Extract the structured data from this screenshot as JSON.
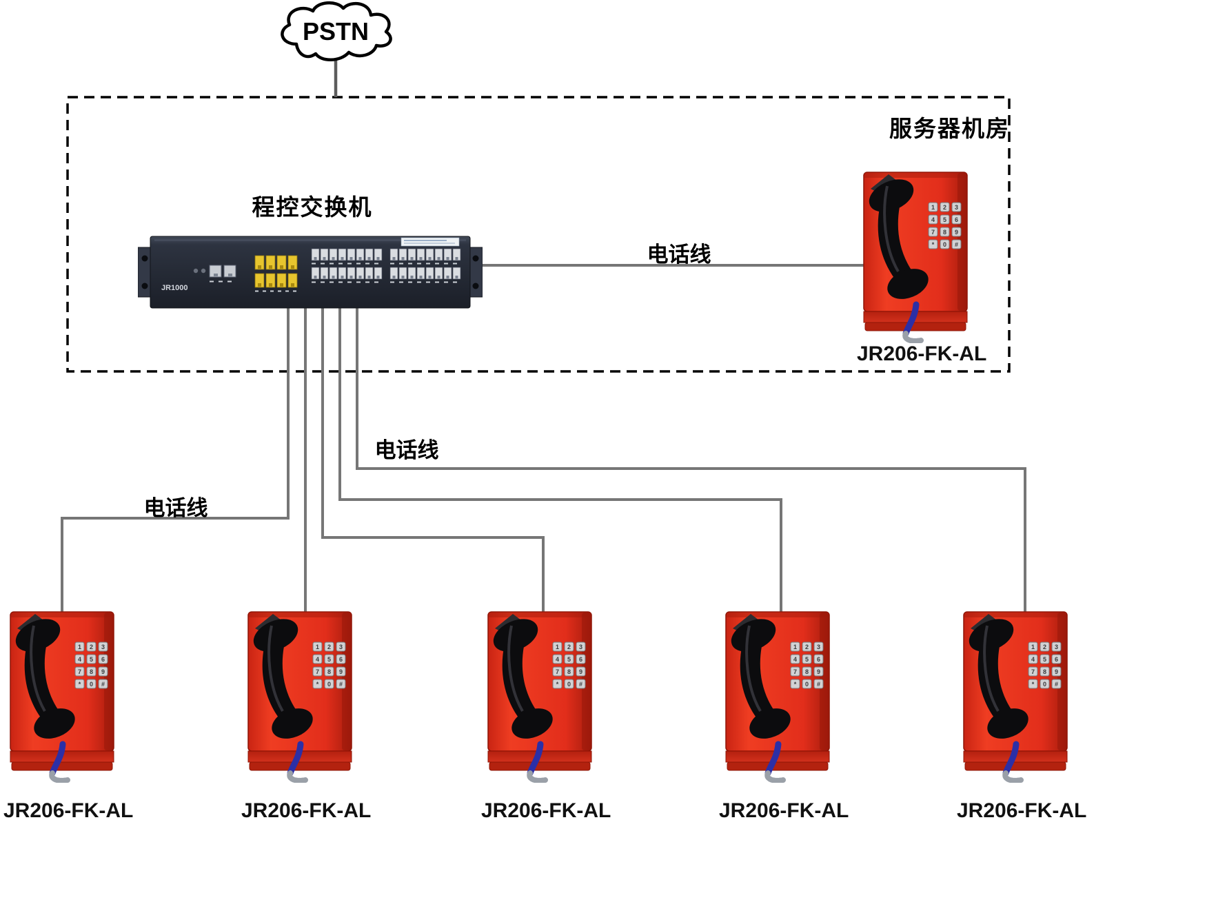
{
  "diagram": {
    "cloud": {
      "label": "PSTN"
    },
    "server_room": {
      "label": "服务器机房"
    },
    "switch": {
      "caption": "程控交换机",
      "model": "JR1000"
    },
    "wire_labels": {
      "switch_to_room_phone": "电话线",
      "branch_right": "电话线",
      "branch_left": "电话线"
    },
    "room_phone": {
      "label": "JR206-FK-AL"
    },
    "phones": [
      {
        "label": "JR206-FK-AL"
      },
      {
        "label": "JR206-FK-AL"
      },
      {
        "label": "JR206-FK-AL"
      },
      {
        "label": "JR206-FK-AL"
      },
      {
        "label": "JR206-FK-AL"
      }
    ],
    "keypad_keys": [
      "1",
      "2",
      "3",
      "4",
      "5",
      "6",
      "7",
      "8",
      "9",
      "*",
      "0",
      "#"
    ],
    "colors": {
      "phone_red": "#e22e1b",
      "switch_panel": "#2d3340",
      "wire_gray": "#767676",
      "port_yellow": "#e7c52e",
      "cable_blue": "#2c2fa6"
    }
  }
}
